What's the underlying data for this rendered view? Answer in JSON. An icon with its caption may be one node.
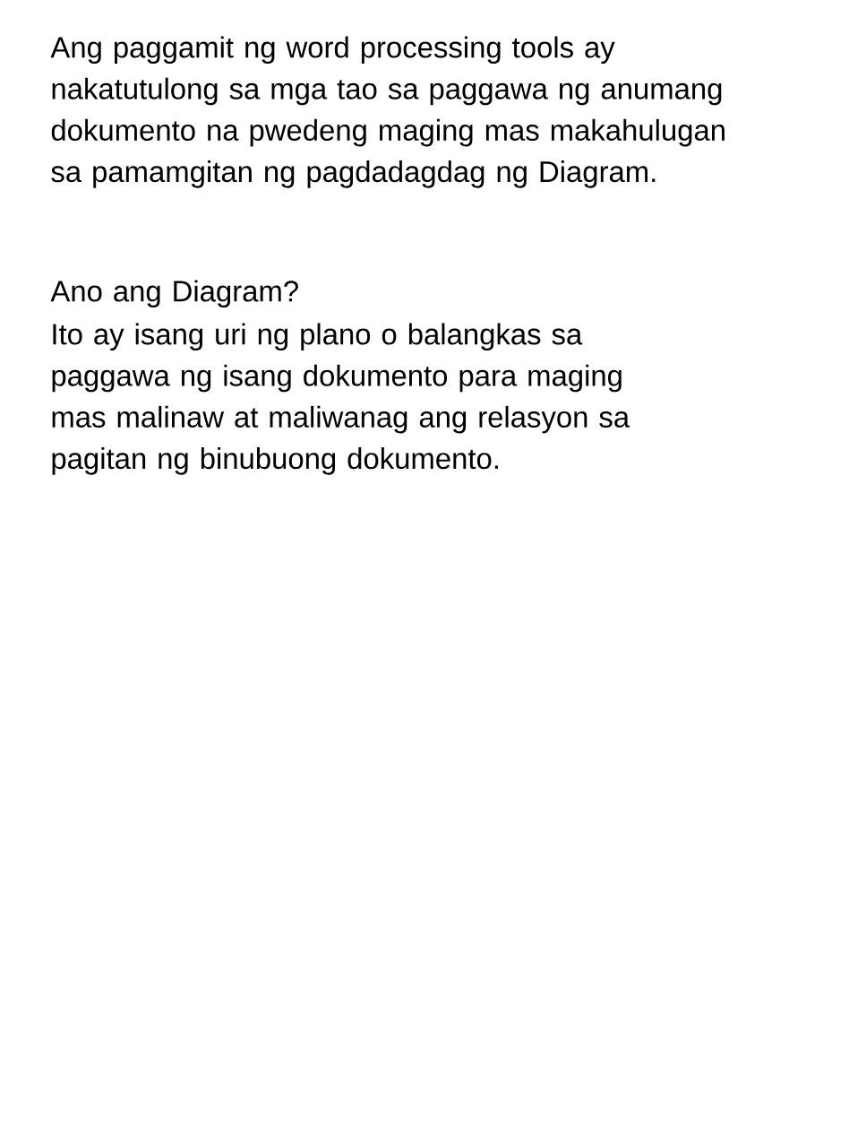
{
  "diagram": {
    "labels": [
      "Ang paggamit ng word processing tools ay nakatutulong sa mga tao sa paggawa ng anumang dokumento na pwedeng maging mas makahulugan sa pamamgitan ng pagdadagdag ng Diagram.",
      "Ano ang Diagram?",
      "Ito ay isang uri ng plano o balangkas sa paggawa ng isang dokumento para maging mas malinaw at maliwanag ang relasyon sa pagitan ng binubuong dokumento."
    ]
  }
}
